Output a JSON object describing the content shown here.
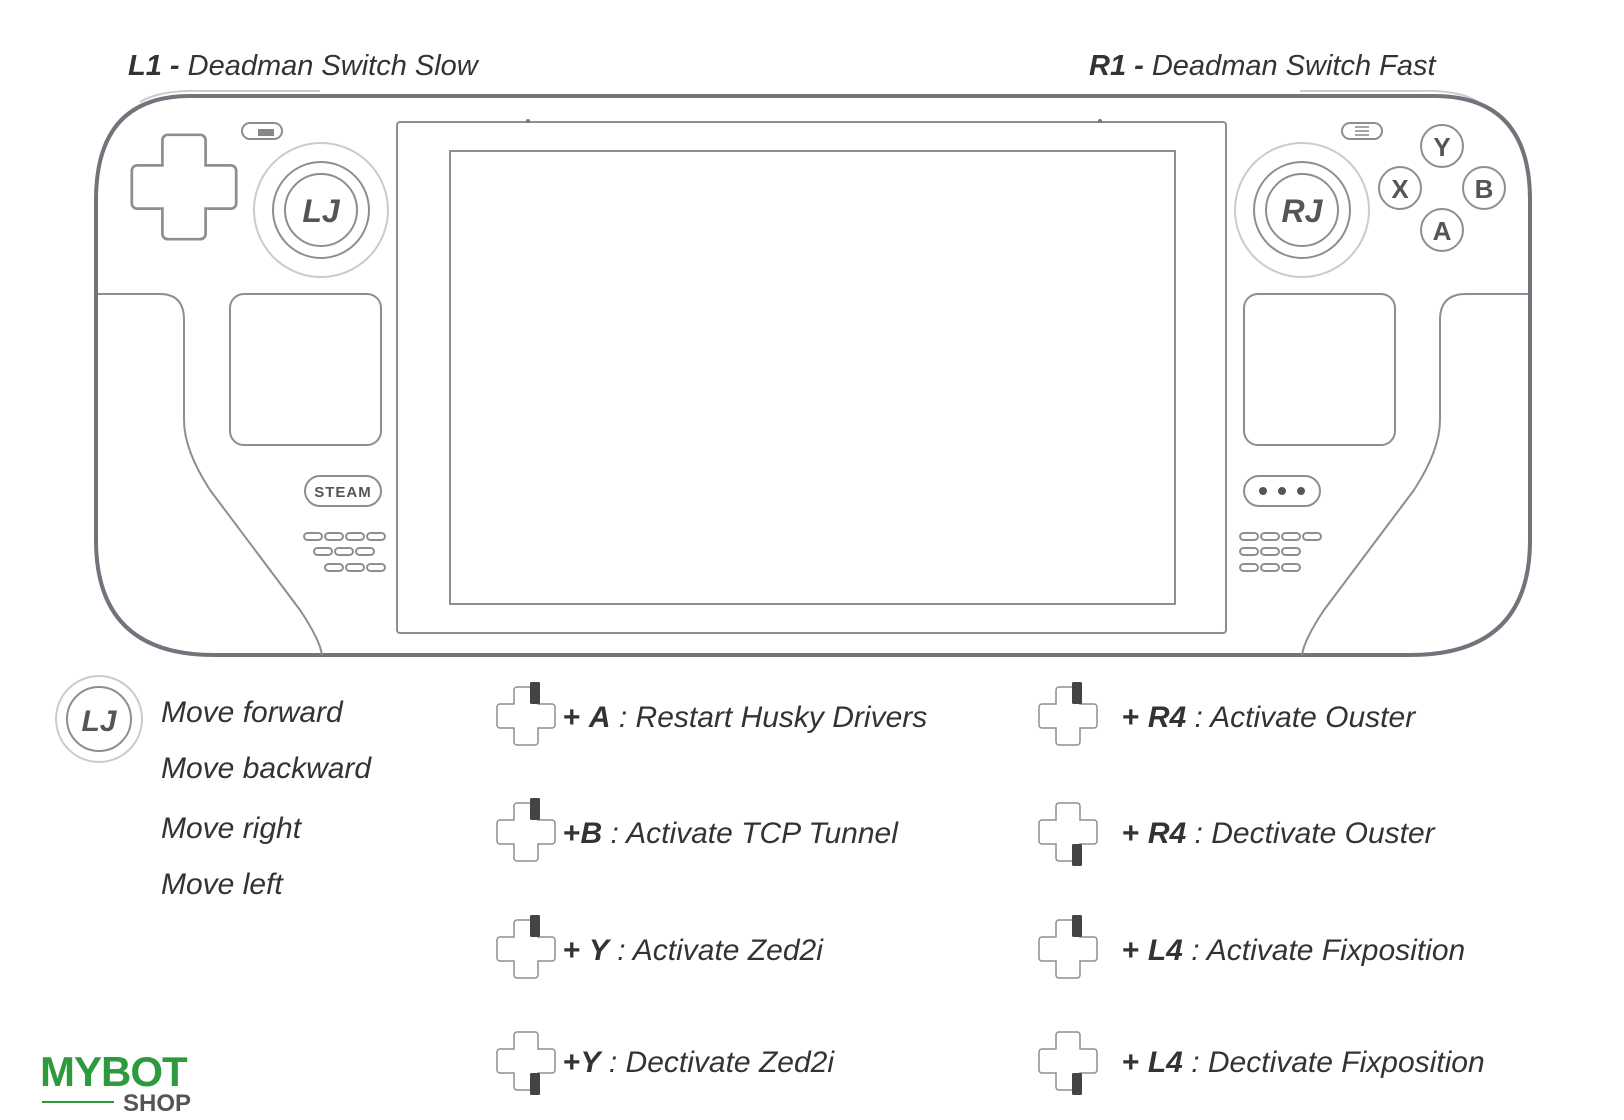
{
  "header": {
    "left": {
      "key": "L1",
      "sep": " - ",
      "action": "Deadman Switch Slow"
    },
    "right": {
      "key": "R1",
      "sep": " - ",
      "action": "Deadman Switch Fast"
    }
  },
  "device": {
    "left_joystick": "LJ",
    "right_joystick": "RJ",
    "face_buttons": {
      "y": "Y",
      "x": "X",
      "b": "B",
      "a": "A"
    },
    "steam_button": "STEAM"
  },
  "joystick_legend": {
    "label": "LJ",
    "items": [
      "Move forward",
      "Move backward",
      "Move right",
      "Move left"
    ]
  },
  "commands_left": [
    {
      "dpad": "up",
      "prefix": "+ ",
      "key": "A",
      "text": " : Restart Husky Drivers"
    },
    {
      "dpad": "up",
      "prefix": "+",
      "key": "B",
      "text": " : Activate TCP Tunnel"
    },
    {
      "dpad": "up",
      "prefix": "+ ",
      "key": "Y",
      "text": " : Activate Zed2i"
    },
    {
      "dpad": "down",
      "prefix": "+",
      "key": "Y",
      "text": " : Dectivate Zed2i"
    }
  ],
  "commands_right": [
    {
      "dpad": "up",
      "prefix": "+ ",
      "key": "R4",
      "text": " : Activate Ouster"
    },
    {
      "dpad": "down",
      "prefix": "+ ",
      "key": "R4",
      "text": " : Dectivate Ouster"
    },
    {
      "dpad": "up",
      "prefix": "+ ",
      "key": "L4",
      "text": " : Activate Fixposition"
    },
    {
      "dpad": "down",
      "prefix": "+ ",
      "key": "L4",
      "text": " : Dectivate Fixposition"
    }
  ],
  "logo": {
    "top": "MYBOT",
    "bottom": "SHOP",
    "color": "#2e9a3e"
  }
}
